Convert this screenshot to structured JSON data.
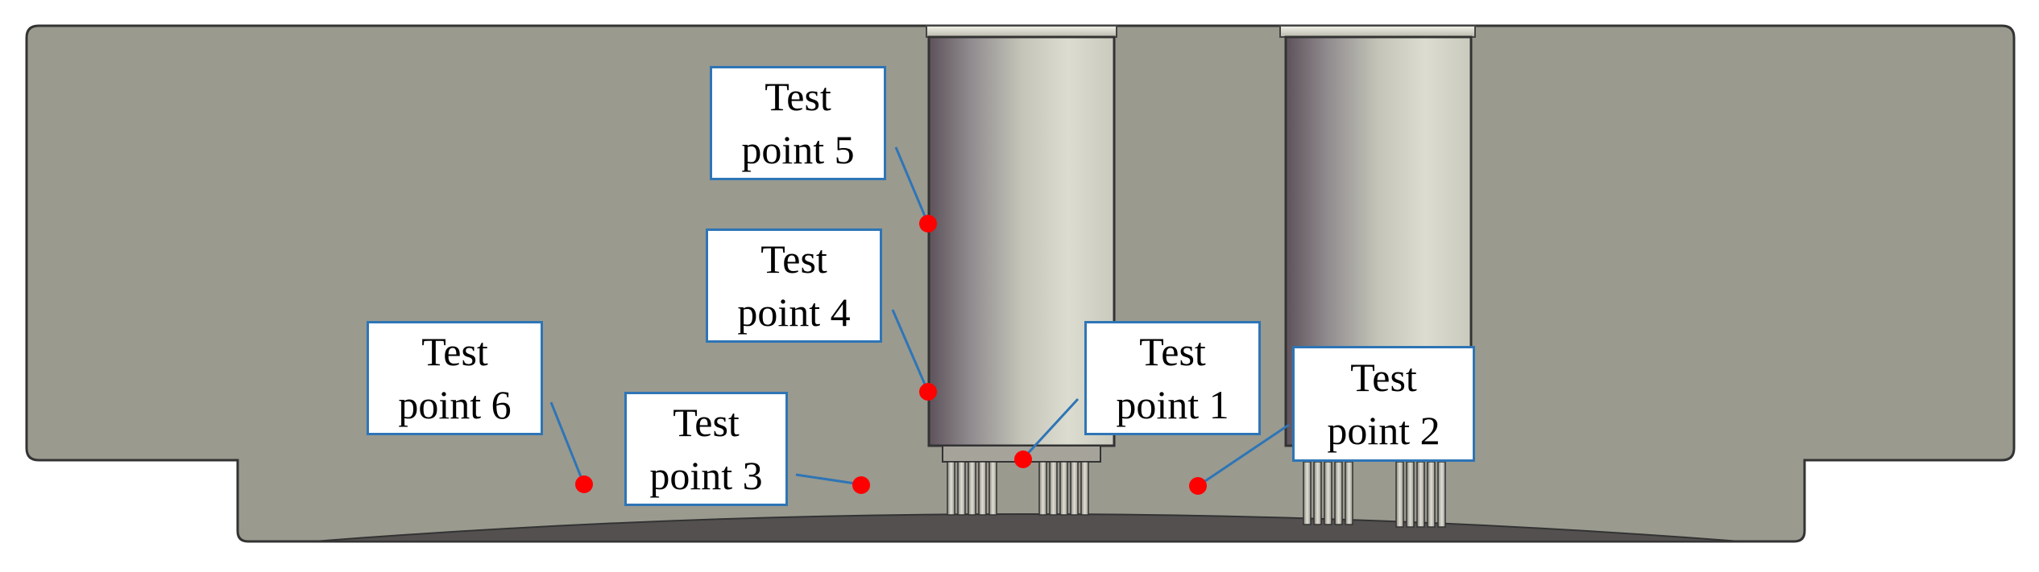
{
  "figure": {
    "colors": {
      "part_fill": "#9a9a8f",
      "part_outline": "#333333",
      "cavity_fill": "#545050",
      "cylinder_dark": "#6b5e66",
      "cylinder_light": "#d9dacb",
      "callout_border": "#2e75b6",
      "leader_line": "#2e75b6",
      "test_point": "#ff0000"
    },
    "labels": [
      {
        "id": "tp5",
        "line1": "Test",
        "line2": "point 5"
      },
      {
        "id": "tp4",
        "line1": "Test",
        "line2": "point 4"
      },
      {
        "id": "tp6",
        "line1": "Test",
        "line2": "point 6"
      },
      {
        "id": "tp3",
        "line1": "Test",
        "line2": "point 3"
      },
      {
        "id": "tp1",
        "line1": "Test",
        "line2": "point 1"
      },
      {
        "id": "tp2",
        "line1": "Test",
        "line2": "point 2"
      }
    ]
  }
}
